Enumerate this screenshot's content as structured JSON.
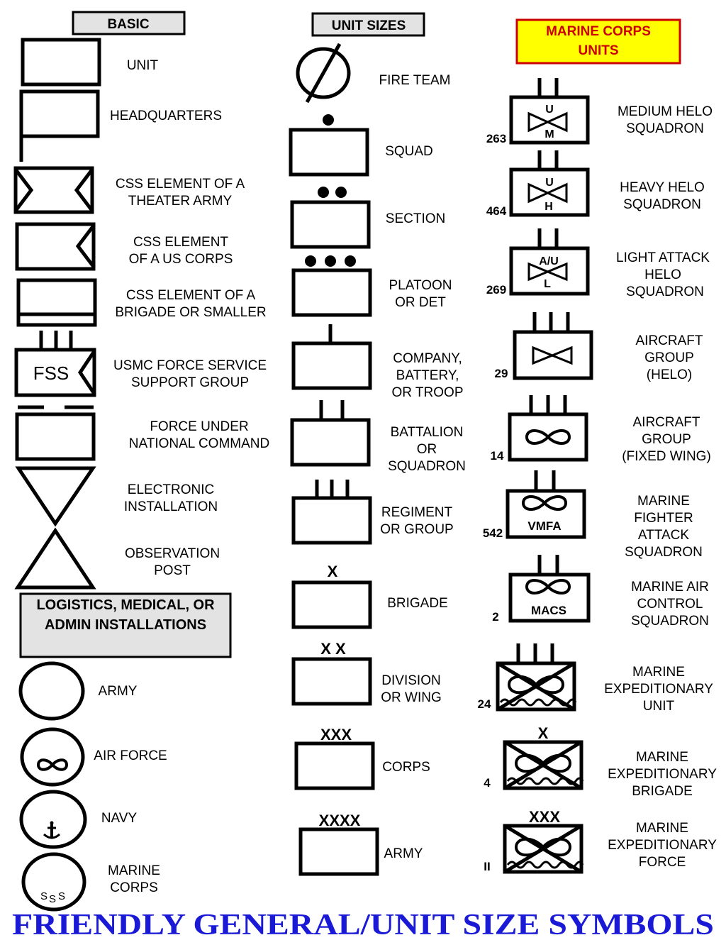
{
  "headers": {
    "basic": "BASIC",
    "unit_sizes": "UNIT SIZES",
    "marine_line1": "MARINE CORPS",
    "marine_line2": "UNITS",
    "logistics_line1": "LOGISTICS, MEDICAL, OR",
    "logistics_line2": "ADMIN INSTALLATIONS"
  },
  "colors": {
    "header_fill": "#e3e3e3",
    "marine_header_fill": "#ffff00",
    "marine_header_text": "#cc0000",
    "title": "#1a1ad6"
  },
  "basic": [
    {
      "lines": [
        "UNIT"
      ]
    },
    {
      "lines": [
        "HEADQUARTERS"
      ]
    },
    {
      "lines": [
        "CSS ELEMENT OF A",
        "THEATER ARMY"
      ]
    },
    {
      "lines": [
        "CSS ELEMENT",
        "OF A US CORPS"
      ]
    },
    {
      "lines": [
        "CSS ELEMENT OF A",
        "BRIGADE OR SMALLER"
      ]
    },
    {
      "lines": [
        "USMC FORCE SERVICE",
        "SUPPORT GROUP"
      ],
      "symbol_text": "FSS"
    },
    {
      "lines": [
        "FORCE  UNDER",
        "NATIONAL COMMAND"
      ]
    },
    {
      "lines": [
        "ELECTRONIC",
        "INSTALLATION"
      ]
    },
    {
      "lines": [
        "OBSERVATION",
        "POST"
      ]
    }
  ],
  "logistics": [
    {
      "lines": [
        "ARMY"
      ]
    },
    {
      "lines": [
        "AIR FORCE"
      ]
    },
    {
      "lines": [
        "NAVY"
      ]
    },
    {
      "lines": [
        "MARINE",
        "CORPS"
      ],
      "symbol_text": "SSS"
    }
  ],
  "unit_sizes": [
    {
      "lines": [
        "FIRE TEAM"
      ]
    },
    {
      "lines": [
        "SQUAD"
      ]
    },
    {
      "lines": [
        "SECTION"
      ]
    },
    {
      "lines": [
        "PLATOON",
        "OR DET"
      ]
    },
    {
      "lines": [
        "COMPANY,",
        "BATTERY,",
        "OR TROOP"
      ]
    },
    {
      "lines": [
        "BATTALION",
        "OR",
        "SQUADRON"
      ]
    },
    {
      "lines": [
        "REGIMENT",
        "OR GROUP"
      ]
    },
    {
      "lines": [
        "BRIGADE"
      ],
      "size_mark": "X"
    },
    {
      "lines": [
        "DIVISION",
        "OR WING"
      ],
      "size_mark": "X X"
    },
    {
      "lines": [
        "CORPS"
      ],
      "size_mark": "XXX"
    },
    {
      "lines": [
        "ARMY"
      ],
      "size_mark": "XXXX"
    }
  ],
  "marine_units": [
    {
      "lines": [
        "MEDIUM HELO",
        "SQUADRON"
      ],
      "number": "263",
      "sym_top": "U",
      "sym_bottom": "M"
    },
    {
      "lines": [
        "HEAVY HELO",
        "SQUADRON"
      ],
      "number": "464",
      "sym_top": "U",
      "sym_bottom": "H"
    },
    {
      "lines": [
        "LIGHT ATTACK",
        "HELO",
        "SQUADRON"
      ],
      "number": "269",
      "sym_top": "A/U",
      "sym_bottom": "L"
    },
    {
      "lines": [
        "AIRCRAFT",
        "GROUP",
        "(HELO)"
      ],
      "number": "29"
    },
    {
      "lines": [
        "AIRCRAFT",
        "GROUP",
        "(FIXED WING)"
      ],
      "number": "14"
    },
    {
      "lines": [
        "MARINE",
        "FIGHTER",
        "ATTACK",
        "SQUADRON"
      ],
      "number": "542",
      "sym_bottom": "VMFA"
    },
    {
      "lines": [
        "MARINE AIR",
        "CONTROL",
        "SQUADRON"
      ],
      "number": "2",
      "sym_bottom": "MACS"
    },
    {
      "lines": [
        "MARINE",
        "EXPEDITIONARY",
        "UNIT"
      ],
      "number": "24"
    },
    {
      "lines": [
        "MARINE",
        "EXPEDITIONARY",
        "BRIGADE"
      ],
      "number": "4",
      "size_mark": "X"
    },
    {
      "lines": [
        "MARINE",
        "EXPEDITIONARY",
        "FORCE"
      ],
      "number": "II",
      "size_mark": "XXX"
    }
  ],
  "title": "FRIENDLY GENERAL/UNIT SIZE SYMBOLS"
}
